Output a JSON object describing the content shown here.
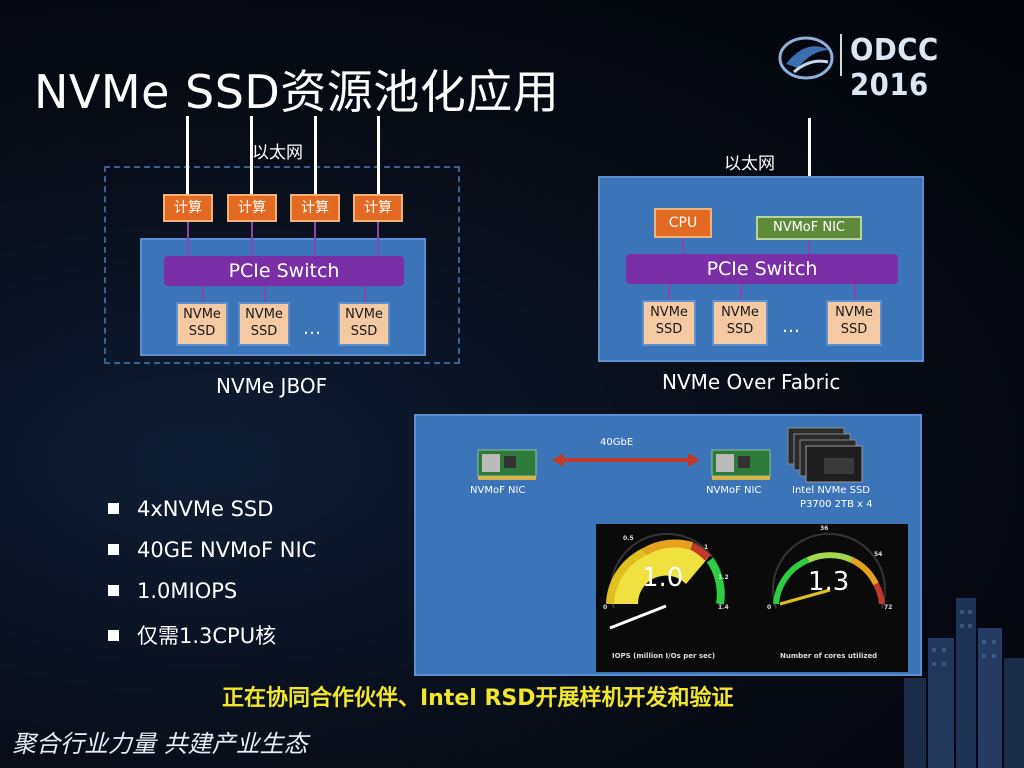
{
  "title": "NVMe SSD资源池化应用",
  "logo": {
    "text": "ODCC 2016"
  },
  "jbof": {
    "ethernet_label": "以太网",
    "compute_nodes": [
      "计算",
      "计算",
      "计算",
      "计算"
    ],
    "switch_label": "PCIe  Switch",
    "ssds": [
      "NVMe SSD",
      "NVMe SSD",
      "NVMe SSD"
    ],
    "ellipsis": "…",
    "caption": "NVMe JBOF"
  },
  "nvmeof": {
    "ethernet_label": "以太网",
    "cpu_label": "CPU",
    "nic_label": "NVMoF NIC",
    "switch_label": "PCIe  Switch",
    "ssds": [
      "NVMe SSD",
      "NVMe SSD",
      "NVMe SSD"
    ],
    "ellipsis": "…",
    "caption": "NVMe Over Fabric"
  },
  "demo": {
    "link_label": "40GbE",
    "left_nic_label": "NVMoF NIC",
    "right_nic_label": "NVMoF NIC",
    "ssd_label_line1": "Intel NVMe SSD",
    "ssd_label_line2": "P3700 2TB x 4",
    "gauge_iops": {
      "value": "1.0",
      "caption": "IOPS (million I/Os per sec)",
      "ticks": [
        "0",
        "0.5",
        "1",
        "1.2",
        "1.4"
      ]
    },
    "gauge_cores": {
      "value": "1.3",
      "caption": "Number of cores utilized",
      "ticks": [
        "0",
        "36",
        "54",
        "72"
      ]
    }
  },
  "bullets": [
    "4xNVMe SSD",
    "40GE NVMoF NIC",
    "1.0MIOPS",
    "仅需1.3CPU核"
  ],
  "banner": "正在协同合作伙伴、Intel RSD开展样机开发和验证",
  "slogan": "聚合行业力量  共建产业生态",
  "colors": {
    "compute": "#e26a22",
    "pcie_switch": "#7b2fa6",
    "nvme_ssd": "#f5c9a2",
    "panel_blue": "#3c74b8",
    "nic_green": "#5e8a3a",
    "banner_yellow": "#f2e62a"
  }
}
